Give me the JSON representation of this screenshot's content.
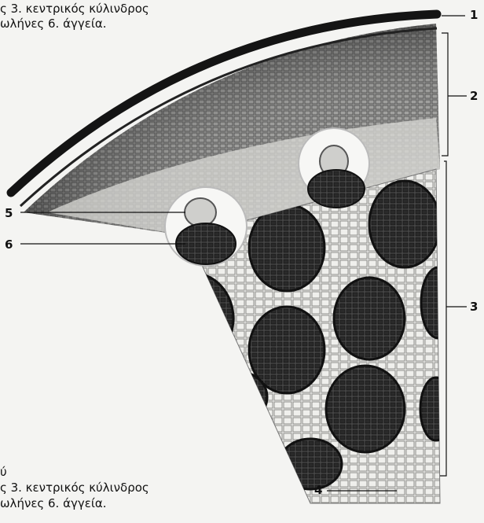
{
  "caption_top": {
    "line1": "ς 3. κεντρικός κύλινδρος",
    "line2": "ωλήνες 6. άγγεία."
  },
  "caption_bottom": {
    "line0": "ύ",
    "line1": "ς 3. κεντρικός κύλινδρος",
    "line2": "ωλήνες 6. άγγεία."
  },
  "labels": {
    "l1": "1",
    "l2": "2",
    "l3": "3",
    "l4": "4",
    "l5": "5",
    "l6": "6"
  },
  "colors": {
    "epidermis": "#141414",
    "cortex": "#8a8a88",
    "stele": "#e6e6e3",
    "bundle": "#3a3a3a"
  }
}
